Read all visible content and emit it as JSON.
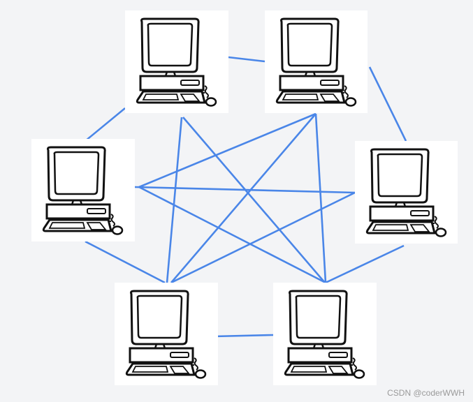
{
  "diagram": {
    "description_kind": "mesh-network",
    "edge_color": "#4a86e8",
    "node_background": "#ffffff",
    "nodes": [
      {
        "id": "pc-top-left",
        "icon": "computer-icon"
      },
      {
        "id": "pc-top-right",
        "icon": "computer-icon"
      },
      {
        "id": "pc-mid-left",
        "icon": "computer-icon"
      },
      {
        "id": "pc-mid-right",
        "icon": "computer-icon"
      },
      {
        "id": "pc-bottom-left",
        "icon": "computer-icon"
      },
      {
        "id": "pc-bottom-right",
        "icon": "computer-icon"
      }
    ],
    "edges": [
      [
        "pc-top-left",
        "pc-top-right"
      ],
      [
        "pc-top-left",
        "pc-mid-left"
      ],
      [
        "pc-top-right",
        "pc-mid-right"
      ],
      [
        "pc-mid-left",
        "pc-bottom-left"
      ],
      [
        "pc-mid-right",
        "pc-bottom-right"
      ],
      [
        "pc-bottom-left",
        "pc-bottom-right"
      ],
      [
        "pc-top-left",
        "pc-bottom-left"
      ],
      [
        "pc-top-left",
        "pc-bottom-right"
      ],
      [
        "pc-top-right",
        "pc-bottom-left"
      ],
      [
        "pc-top-right",
        "pc-bottom-right"
      ],
      [
        "pc-mid-left",
        "pc-mid-right"
      ],
      [
        "pc-mid-left",
        "pc-top-right"
      ],
      [
        "pc-mid-left",
        "pc-bottom-right"
      ],
      [
        "pc-mid-right",
        "pc-bottom-left"
      ]
    ]
  },
  "watermark": "CSDN @coderWWH"
}
